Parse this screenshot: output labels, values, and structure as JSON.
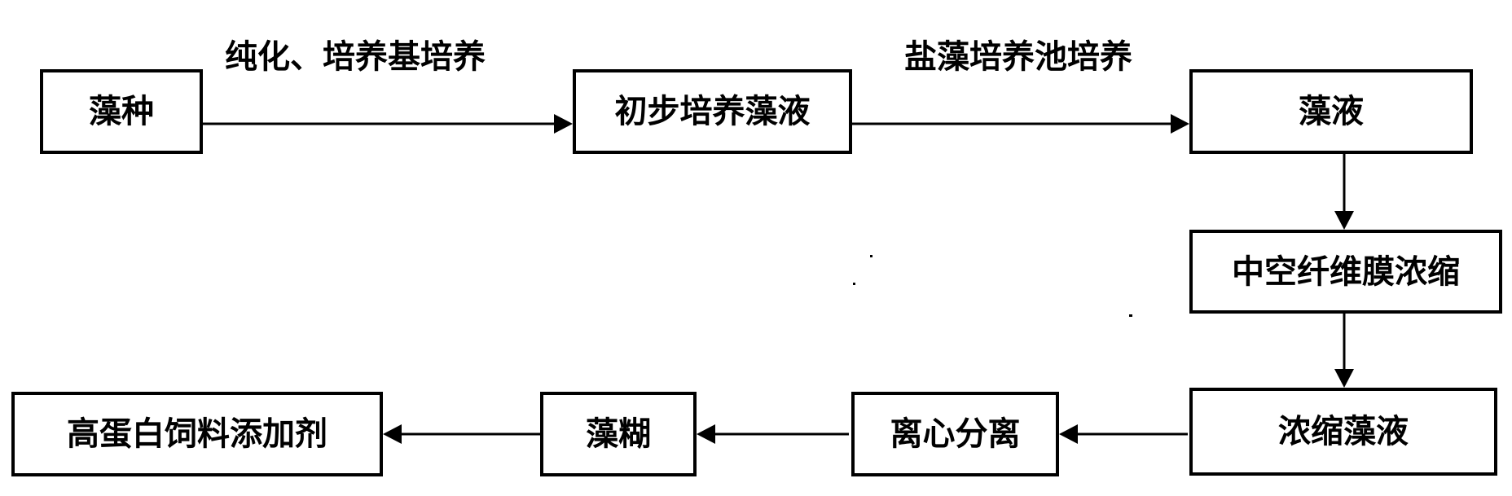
{
  "nodes": {
    "algae_seed": "藻种",
    "initial_culture": "初步培养藻液",
    "algae_liquid": "藻液",
    "hollow_fiber": "中空纤维膜浓缩",
    "concentrated": "浓缩藻液",
    "centrifuge": "离心分离",
    "algae_paste": "藻糊",
    "feed_additive": "高蛋白饲料添加剂"
  },
  "edge_labels": {
    "purification": "纯化、培养基培养",
    "pond_culture": "盐藻培养池培养"
  }
}
